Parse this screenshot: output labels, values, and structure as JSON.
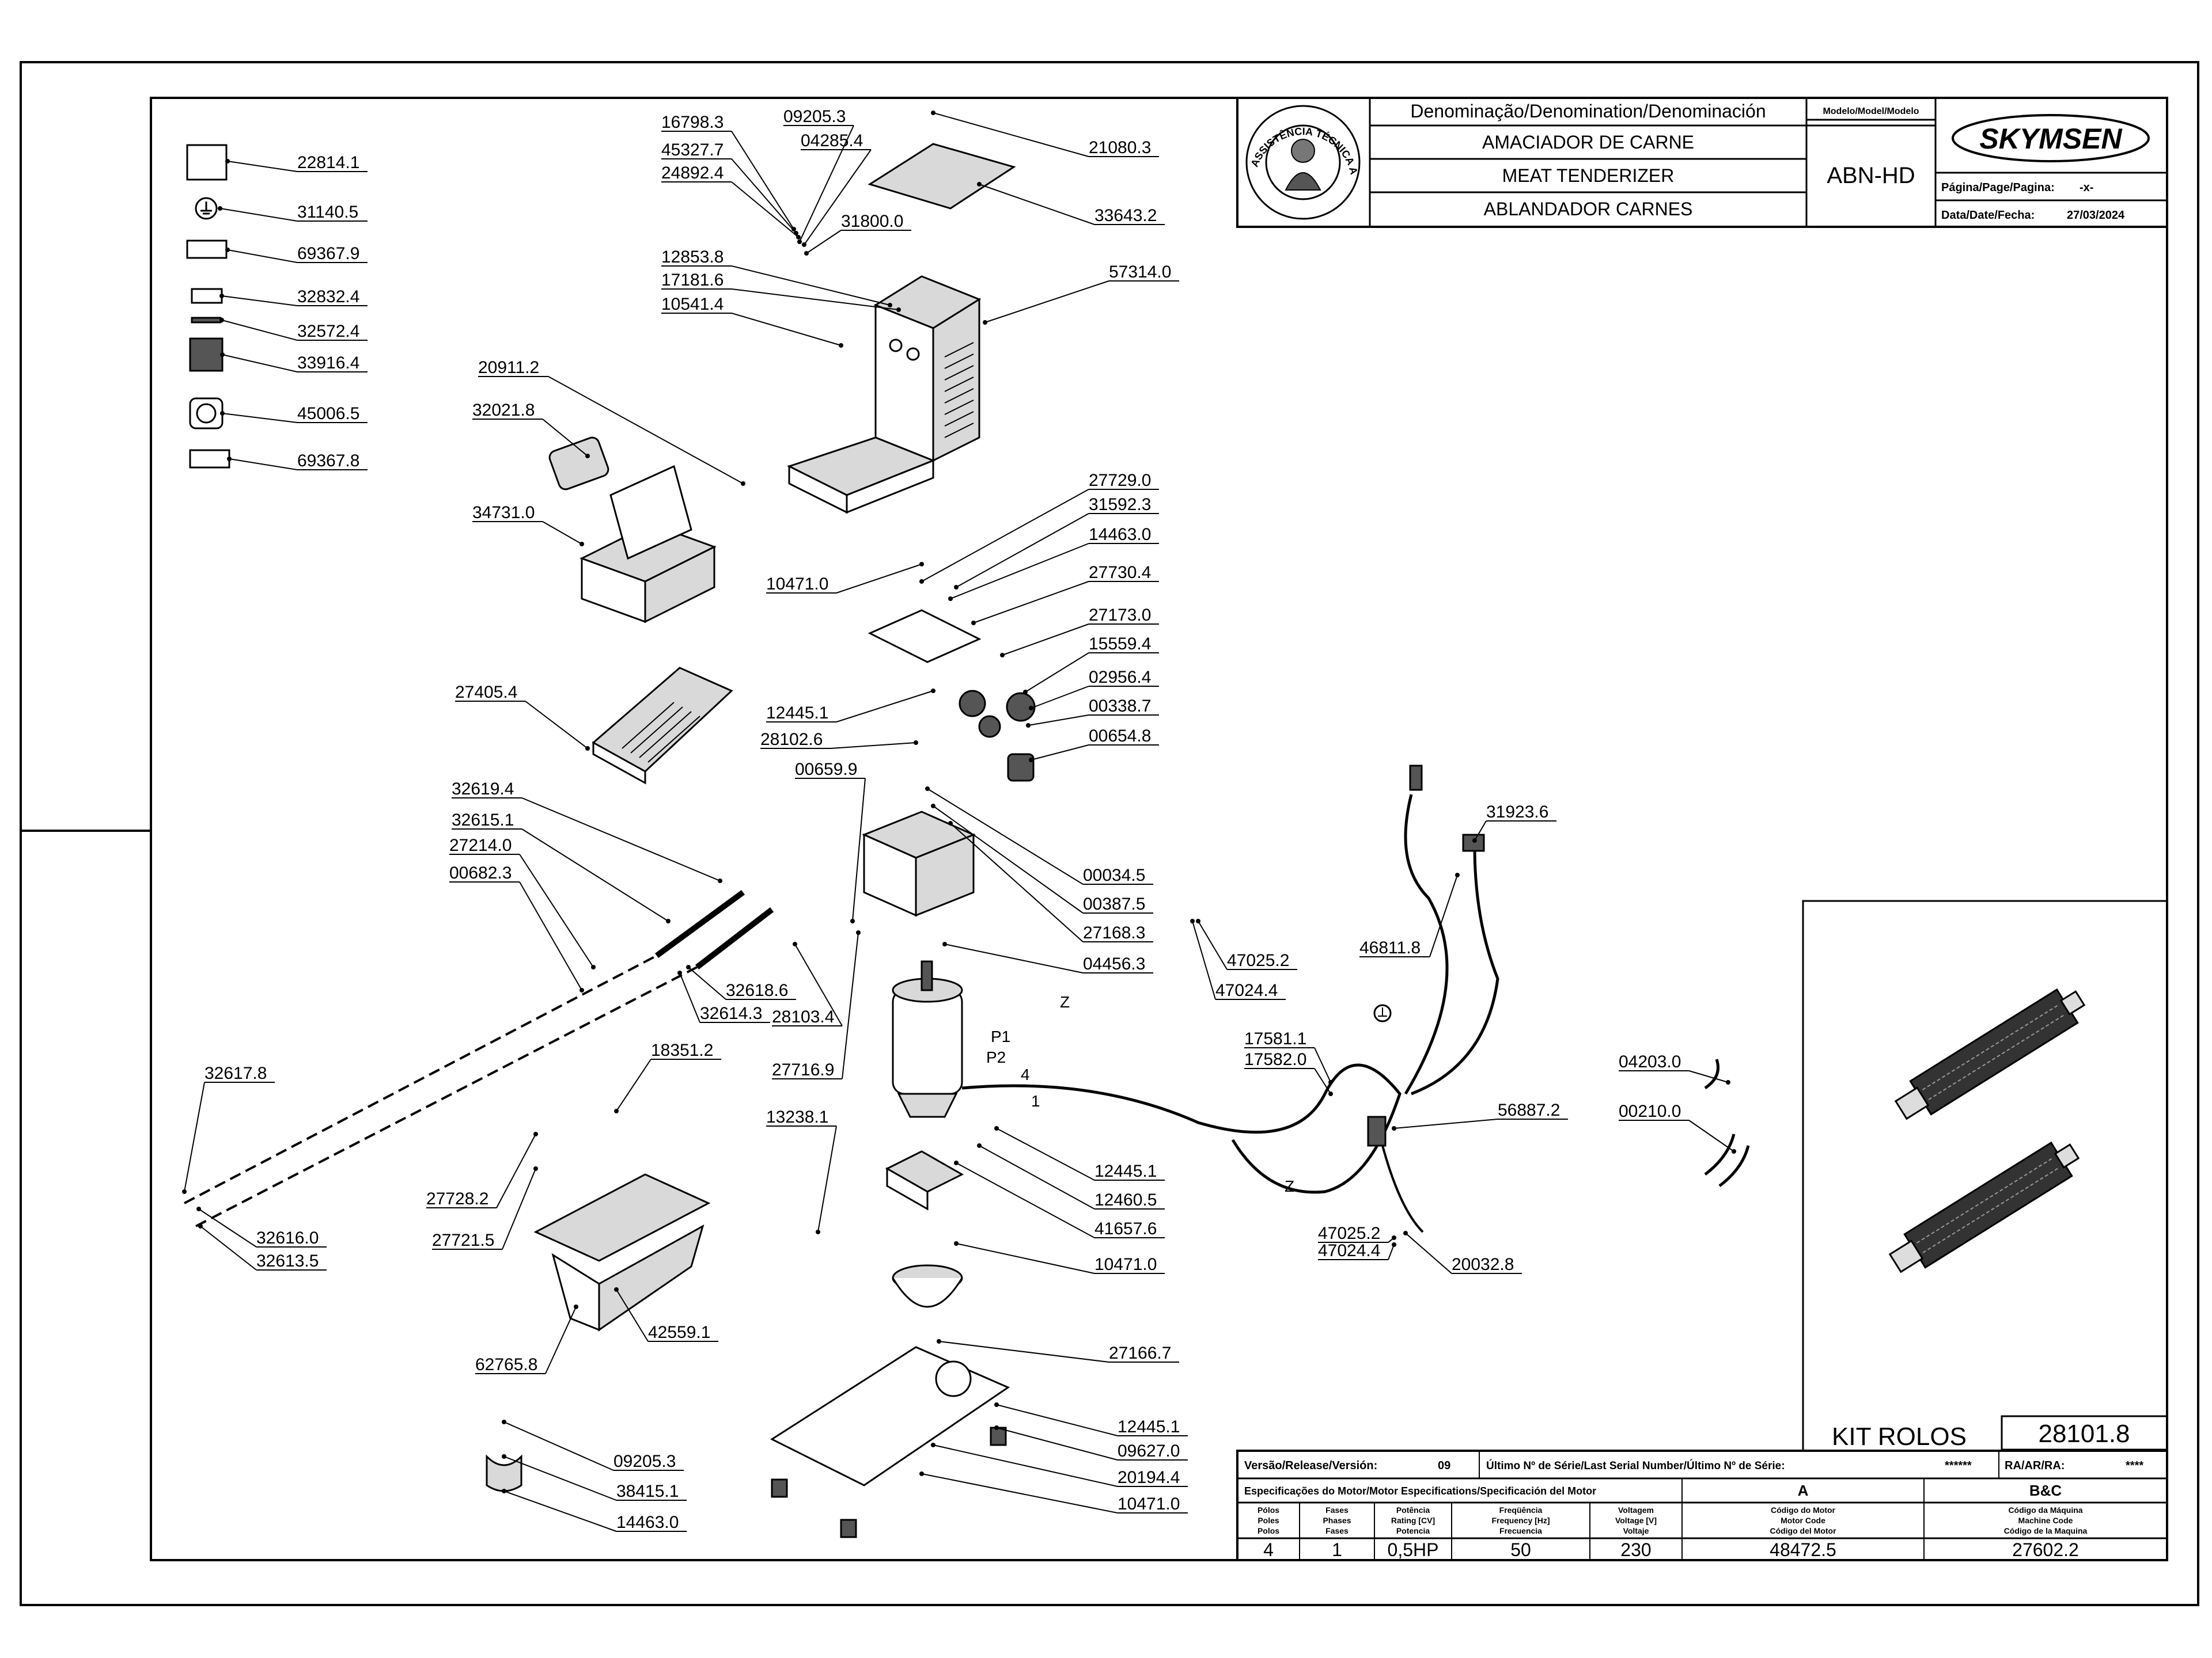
{
  "titleblock": {
    "denomination_header": "Denominação/Denomination/Denominación",
    "name_pt": "AMACIADOR DE CARNE",
    "name_en": "MEAT TENDERIZER",
    "name_es": "ABLANDADOR CARNES",
    "model_header": "Modelo/Model/Modelo",
    "model": "ABN-HD",
    "brand": "SKYMSEN",
    "seal_text": "ASSISTÊNCIA TÉCNICA AUTORIZADA",
    "page_label": "Página/Page/Pagina:",
    "page_value": "-x-",
    "date_label": "Data/Date/Fecha:",
    "date_value": "27/03/2024"
  },
  "kit": {
    "label": "KIT ROLOS",
    "code": "28101.8"
  },
  "bottom_table": {
    "release_label": "Versão/Release/Versión:",
    "release_value": "09",
    "serial_label": "Último Nº de Série/Last Serial Number/Último Nº de Série:",
    "serial_value": "******",
    "ra_label": "RA/AR/RA:",
    "ra_value": "****",
    "motor_spec_label": "Especificações do Motor/Motor Especifications/Specificación del Motor",
    "col_a": "A",
    "col_bc": "B&C",
    "headers": [
      [
        "Pólos",
        "Poles",
        "Polos"
      ],
      [
        "Fases",
        "Phases",
        "Fases"
      ],
      [
        "Potência",
        "Rating [CV]",
        "Potencia"
      ],
      [
        "Freqüência",
        "Frequency [Hz]",
        "Frecuencia"
      ],
      [
        "Voltagem",
        "Voltage [V]",
        "Voltaje"
      ],
      [
        "Código do Motor",
        "Motor Code",
        "Código del Motor"
      ],
      [
        "Código da Máquina",
        "Machine Code",
        "Código de la Maquina"
      ]
    ],
    "values": [
      "4",
      "1",
      "0,5HP",
      "50",
      "230",
      "48472.5",
      "27602.2"
    ]
  },
  "wire_labels": [
    "P1",
    "P2",
    "4",
    "1",
    "Z",
    "Z"
  ],
  "callouts": [
    "22814.1",
    "31140.5",
    "69367.9",
    "32832.4",
    "32572.4",
    "33916.4",
    "45006.5",
    "69367.8",
    "16798.3",
    "45327.7",
    "24892.4",
    "09205.3",
    "04285.4",
    "31800.0",
    "21080.3",
    "33643.2",
    "12853.8",
    "17181.6",
    "10541.4",
    "57314.0",
    "20911.2",
    "32021.8",
    "34731.0",
    "27729.0",
    "31592.3",
    "14463.0",
    "10471.0",
    "27730.4",
    "27173.0",
    "15559.4",
    "12445.1",
    "02956.4",
    "00338.7",
    "28102.6",
    "00654.8",
    "00659.9",
    "27405.4",
    "32619.4",
    "32615.1",
    "27214.0",
    "00682.3",
    "00034.5",
    "00387.5",
    "27168.3",
    "04456.3",
    "32618.6",
    "32614.3",
    "28103.4",
    "27716.9",
    "47025.2",
    "47024.4",
    "31923.6",
    "46811.8",
    "17581.1",
    "17582.0",
    "04203.0",
    "00210.0",
    "56887.2",
    "32617.8",
    "18351.2",
    "13238.1",
    "12445.1",
    "12460.5",
    "41657.6",
    "10471.0",
    "27728.2",
    "27721.5",
    "32616.0",
    "32613.5",
    "47025.2",
    "47024.4",
    "20032.8",
    "62765.8",
    "42559.1",
    "27166.7",
    "12445.1",
    "09627.0",
    "20194.4",
    "10471.0",
    "09205.3",
    "38415.1",
    "14463.0"
  ]
}
